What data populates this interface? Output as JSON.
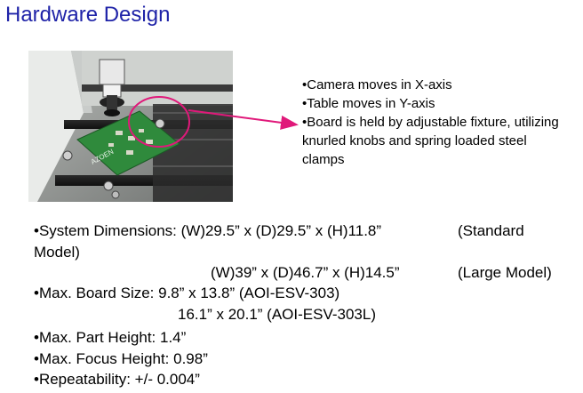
{
  "title": "Hardware Design",
  "photo": {
    "board_label": "AZOEN"
  },
  "features": [
    "•Camera moves in X-axis",
    "•Table moves in Y-axis",
    "•Board is held by adjustable fixture, utilizing knurled knobs and spring loaded steel clamps"
  ],
  "specs": {
    "dimensions_standard_a": "•System Dimensions: (W)29.5” x (D)29.5” x (H)11.8”",
    "dimensions_standard_b": "(Standard",
    "dimensions_standard_c": "Model)",
    "dimensions_large_a": "(W)39” x (D)46.7” x (H)14.5”",
    "dimensions_large_b": "(Large Model)",
    "board_size_1": "•Max. Board Size: 9.8” x 13.8” (AOI-ESV-303)",
    "board_size_2": "16.1” x 20.1” (AOI-ESV-303L)",
    "part_height": "•Max. Part Height:  1.4”",
    "focus_height": "•Max. Focus Height: 0.98”",
    "repeatability": "•Repeatability: +/- 0.004”"
  },
  "colors": {
    "title": "#1f23a8",
    "arrow": "#e0197a",
    "board": "#2f8a3c"
  }
}
